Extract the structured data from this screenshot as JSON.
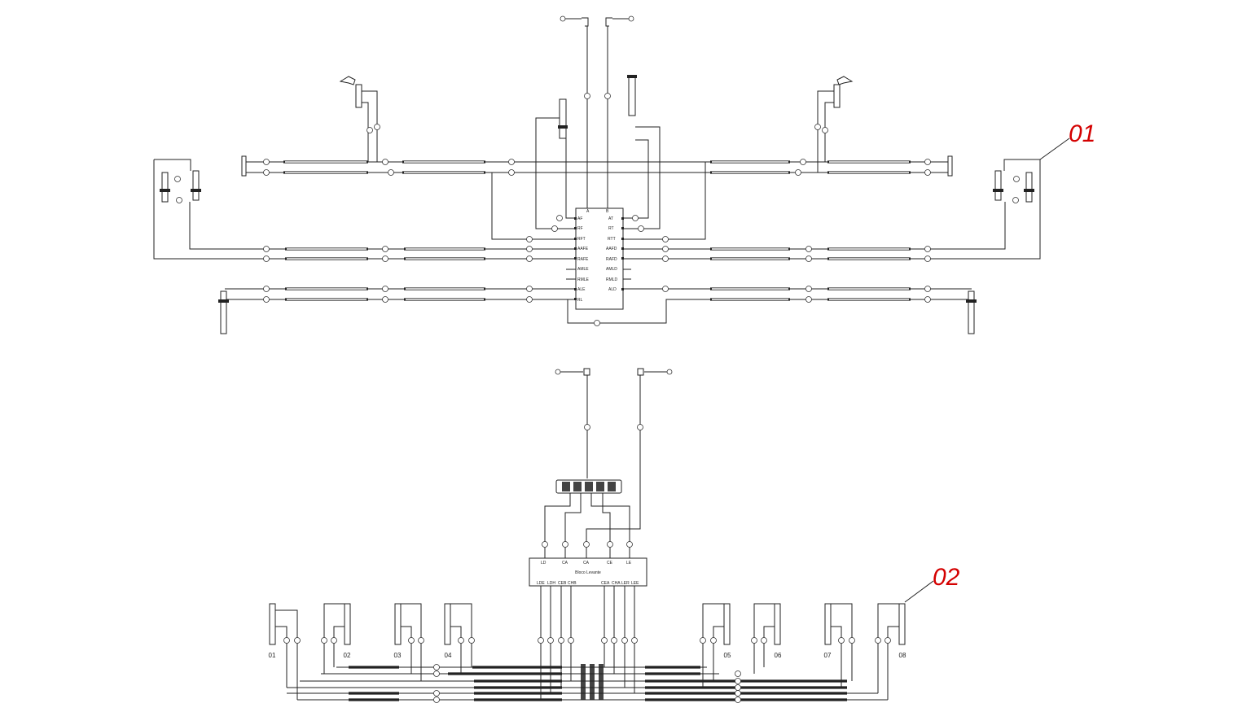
{
  "references": {
    "upper_assembly": "01",
    "lower_assembly": "02"
  },
  "upper_block": {
    "top_ports": [
      "A",
      "B"
    ],
    "left_ports": [
      "AF",
      "RF",
      "RFT",
      "AAFE",
      "RAFE",
      "AMLE",
      "RMLE",
      "ALE",
      "RL"
    ],
    "right_ports": [
      "AT",
      "RT",
      "RTT",
      "AAFD",
      "RAFD",
      "AMLD",
      "RMLD",
      "ALD"
    ]
  },
  "lower_block": {
    "title": "Bloco Levante",
    "top_ports": [
      "LD",
      "CA",
      "CA",
      "CE",
      "LE"
    ],
    "bottom_ports": [
      "LDE",
      "LDH",
      "CEB",
      "CHB",
      "CEA",
      "CHA",
      "LER",
      "LEE"
    ]
  },
  "cylinders": [
    "01",
    "02",
    "03",
    "04",
    "05",
    "06",
    "07",
    "08"
  ],
  "colors": {
    "line": "#222222",
    "reference": "#d40000",
    "background": "#ffffff"
  }
}
